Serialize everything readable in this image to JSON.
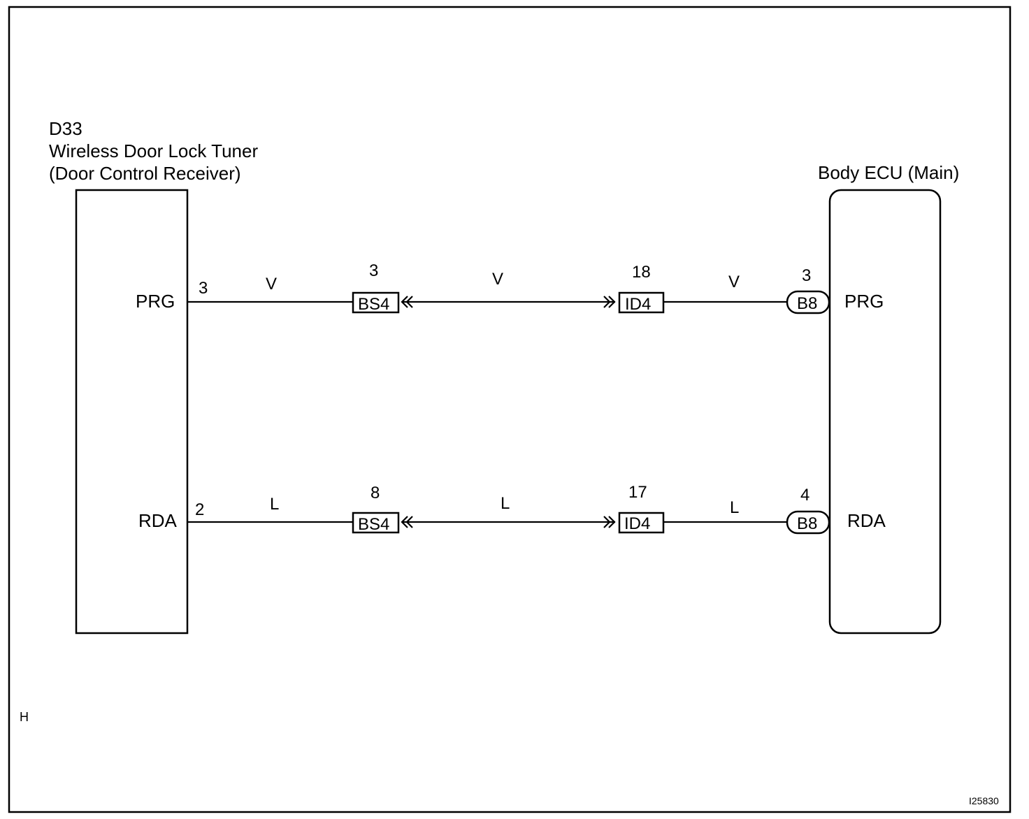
{
  "left_component": {
    "code": "D33",
    "name": "Wireless Door Lock Tuner",
    "subname": "(Door Control Receiver)"
  },
  "right_component": {
    "name": "Body ECU (Main)"
  },
  "circuits": [
    {
      "left_terminal": "PRG",
      "left_pin": "3",
      "wire_left": "V",
      "junction1_pin": "3",
      "junction1_label": "BS4",
      "wire_mid": "V",
      "junction2_pin": "18",
      "junction2_label": "ID4",
      "wire_right": "V",
      "ecu_pin": "3",
      "ecu_connector": "B8",
      "right_terminal": "PRG"
    },
    {
      "left_terminal": "RDA",
      "left_pin": "2",
      "wire_left": "L",
      "junction1_pin": "8",
      "junction1_label": "BS4",
      "wire_mid": "L",
      "junction2_pin": "17",
      "junction2_label": "ID4",
      "wire_right": "L",
      "ecu_pin": "4",
      "ecu_connector": "B8",
      "right_terminal": "RDA"
    }
  ],
  "corner_mark": "H",
  "figure_id": "I25830"
}
